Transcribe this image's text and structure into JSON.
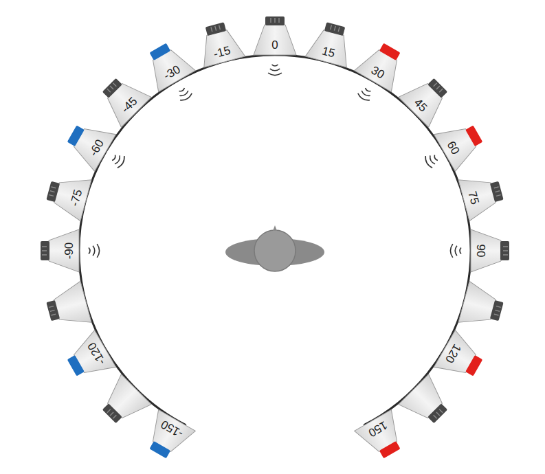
{
  "diagram": {
    "nodes": [
      {
        "text": [
          "-15"
        ]
      },
      {
        "text": [
          "0"
        ]
      },
      {
        "text": [
          "15"
        ]
      },
      {
        "text": [
          "-30"
        ]
      },
      {
        "text": [
          "30"
        ]
      },
      {
        "text": [
          "-45"
        ]
      },
      {
        "text": [
          "45"
        ]
      },
      {
        "text": [
          "-60"
        ]
      },
      {
        "text": [
          "60"
        ]
      },
      {
        "text": [
          "-75"
        ]
      },
      {
        "text": [
          "75"
        ]
      },
      {
        "text": [
          "-90"
        ]
      },
      {
        "text": [
          "90"
        ]
      },
      {
        "text": [
          "-120"
        ]
      },
      {
        "text": [
          "120"
        ]
      },
      {
        "text": [
          "-150"
        ]
      },
      {
        "text": [
          "150"
        ]
      }
    ]
  }
}
